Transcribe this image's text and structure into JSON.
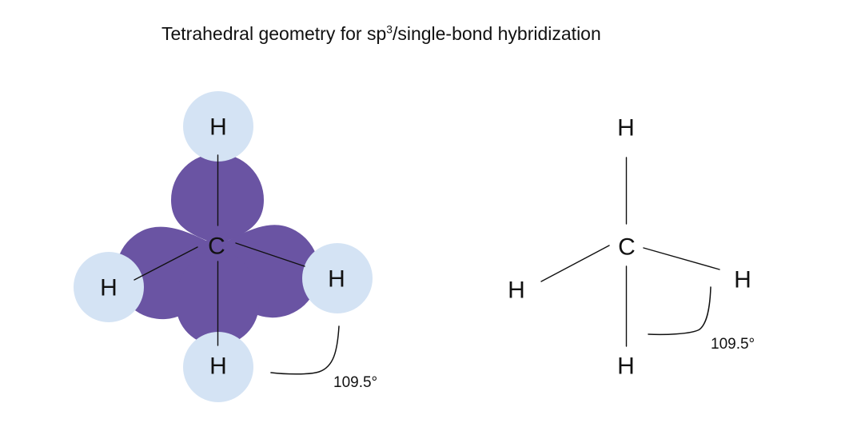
{
  "title": {
    "prefix": "Tetrahedral geometry for sp",
    "superscript": "3",
    "suffix": "/single-bond hybridization"
  },
  "colors": {
    "orbital_lobe_purple": "#6a54a3",
    "hydrogen_circle_blue": "#d4e3f4",
    "line_and_text": "#111111",
    "background": "#ffffff"
  },
  "orbital_model": {
    "carbon": "C",
    "hydrogens": [
      "H",
      "H",
      "H",
      "H"
    ],
    "bond_angle": "109.5°"
  },
  "skeletal_model": {
    "carbon": "C",
    "hydrogens": [
      "H",
      "H",
      "H",
      "H"
    ],
    "bond_angle": "109.5°"
  }
}
